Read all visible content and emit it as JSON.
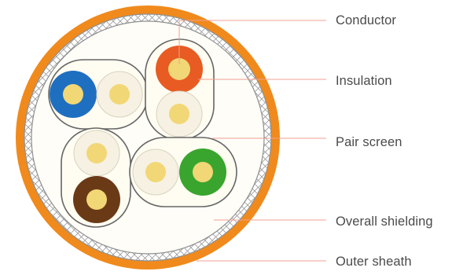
{
  "labels": {
    "conductor": "Conductor",
    "insulation": "Insulation",
    "pair_screen": "Pair screen",
    "overall_shielding": "Overall shielding",
    "outer_sheath": "Outer sheath"
  },
  "colors": {
    "outer_sheath": "#f08a1c",
    "shield_braid": "#9a9a9a",
    "pair_screen": "#666666",
    "core_fill": "#fffdf2",
    "conductor": "#f2d776",
    "leader_line": "#f0a090",
    "label_text": "#4a4a4a",
    "blue_insulation": "#1f6fc0",
    "orange_insulation": "#e85b22",
    "green_insulation": "#39a52e",
    "brown_insulation": "#6a3a16",
    "white_insulation": "#f6f1e2"
  }
}
